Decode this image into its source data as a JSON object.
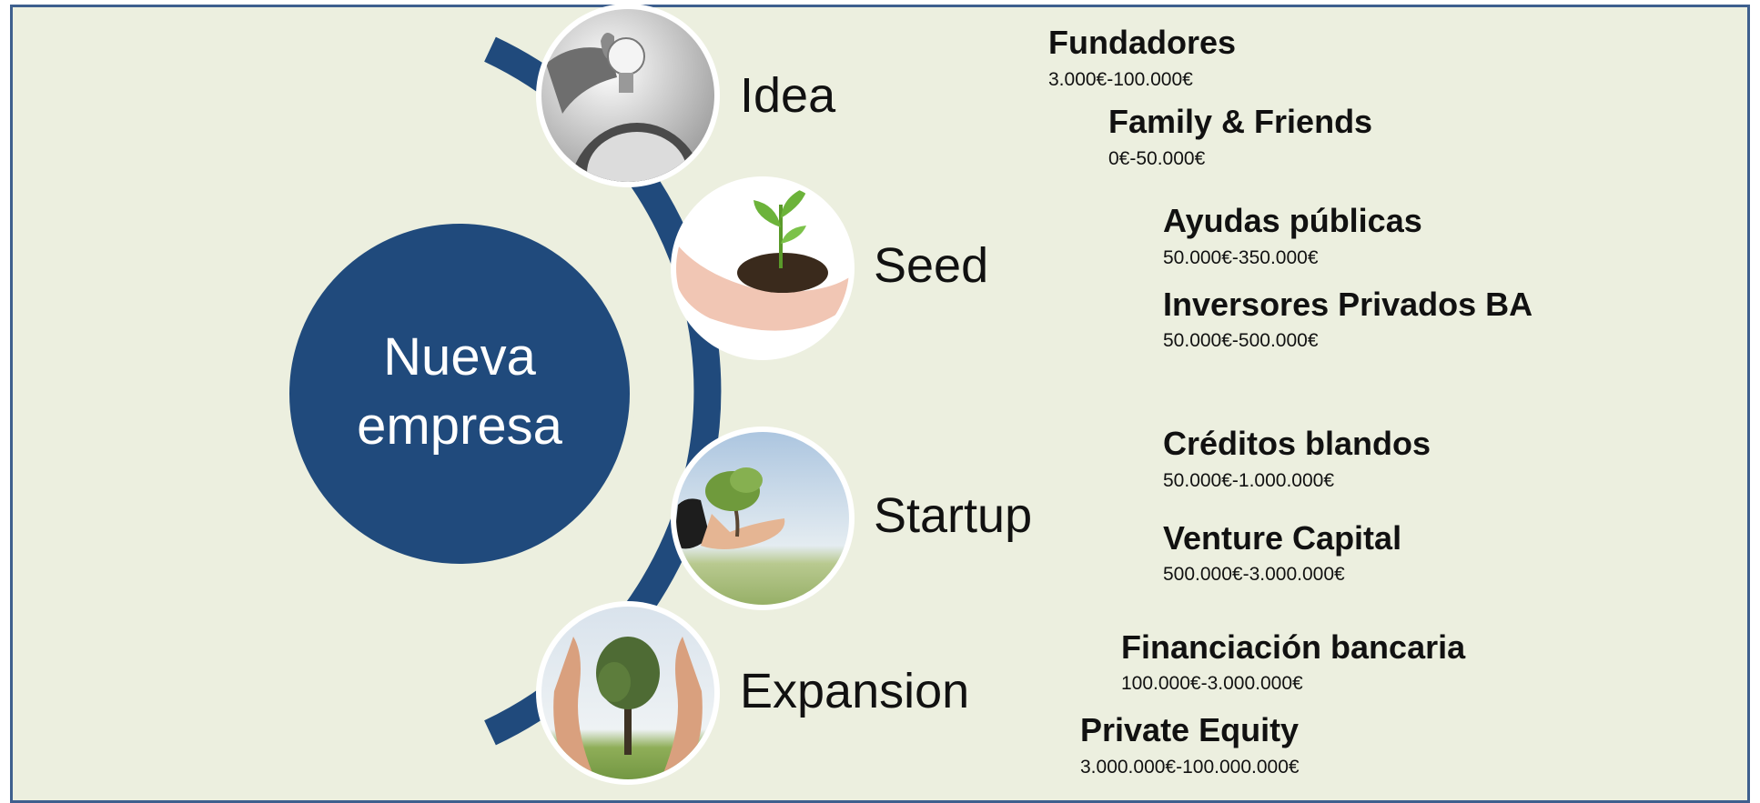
{
  "core": {
    "line1": "Nueva",
    "line2": "empresa"
  },
  "stages": [
    {
      "label": "Idea",
      "icon": "lightbulb-hand-icon"
    },
    {
      "label": "Seed",
      "icon": "seedling-in-hands-icon"
    },
    {
      "label": "Startup",
      "icon": "small-tree-in-hand-icon"
    },
    {
      "label": "Expansion",
      "icon": "tree-between-hands-icon"
    }
  ],
  "funding": [
    {
      "name": "Fundadores",
      "range": "3.000€-100.000€"
    },
    {
      "name": "Family & Friends",
      "range": "0€-50.000€"
    },
    {
      "name": "Ayudas públicas",
      "range": "50.000€-350.000€"
    },
    {
      "name": "Inversores Privados BA",
      "range": "50.000€-500.000€"
    },
    {
      "name": "Créditos blandos",
      "range": "50.000€-1.000.000€"
    },
    {
      "name": "Venture Capital",
      "range": "500.000€-3.000.000€"
    },
    {
      "name": "Financiación bancaria",
      "range": "100.000€-3.000.000€"
    },
    {
      "name": "Private Equity",
      "range": "3.000.000€-100.000.000€"
    }
  ],
  "colors": {
    "core": "#204a7c",
    "arc": "#204a7c",
    "frame": "#3e5f8e",
    "background": "#ecefdf"
  }
}
